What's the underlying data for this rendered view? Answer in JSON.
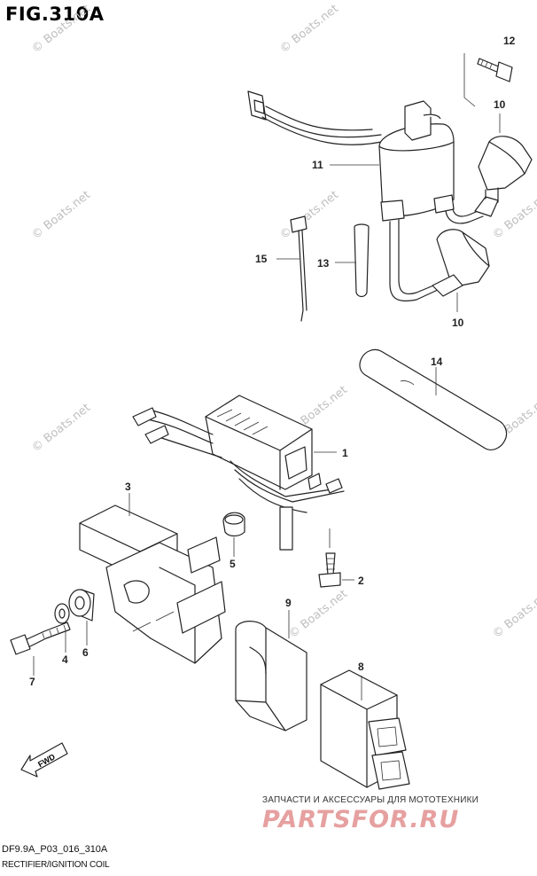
{
  "figure": {
    "title": "FIG.310A",
    "diagram_code": "DF9.9A_P03_016_310A",
    "caption": "RECTIFIER/IGNITION COIL"
  },
  "watermark": {
    "text": "© Boats.net"
  },
  "promo": {
    "subtitle": "ЗАПЧАСТИ И АКСЕССУАРЫ ДЛЯ МОТОТЕХНИКИ",
    "brand": "PARTSFOR.RU"
  },
  "direction_indicator": {
    "label": "FWD"
  },
  "callouts": {
    "c1": "1",
    "c2": "2",
    "c3": "3",
    "c4": "4",
    "c5": "5",
    "c6": "6",
    "c7": "7",
    "c8": "8",
    "c9": "9",
    "c10a": "10",
    "c10b": "10",
    "c11": "11",
    "c12": "12",
    "c13": "13",
    "c14": "14",
    "c15": "15"
  },
  "colors": {
    "line": "#222222",
    "watermark": "#bfbfbf",
    "brand": "#e6a0a0"
  }
}
